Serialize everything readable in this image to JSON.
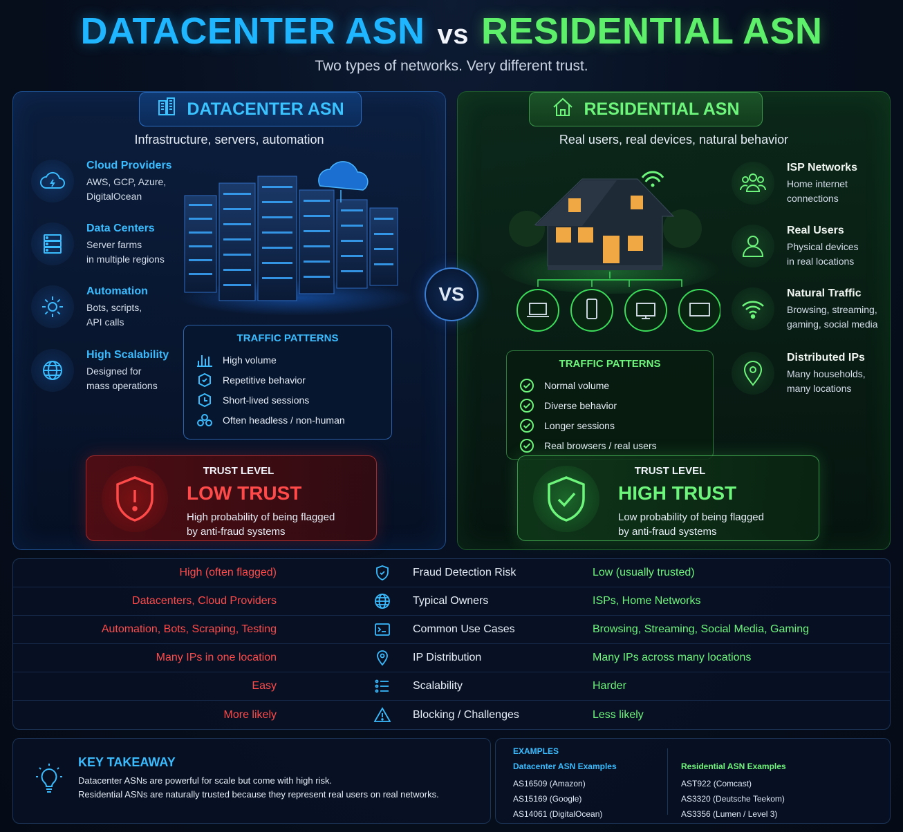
{
  "header": {
    "title_left": "DATACENTER ASN",
    "title_vs": "vs",
    "title_right": "RESIDENTIAL ASN",
    "subtitle": "Two types of networks. Very different trust."
  },
  "colors": {
    "datacenter": "#1fb6ff",
    "residential": "#5ef06a",
    "low_trust": "#ff4a4a",
    "background": "#071020"
  },
  "datacenter": {
    "title": "DATACENTER ASN",
    "subtitle": "Infrastructure, servers, automation",
    "features": [
      {
        "icon": "cloud-icon",
        "title": "Cloud Providers",
        "desc": "AWS, GCP, Azure,\nDigitalOcean"
      },
      {
        "icon": "server-icon",
        "title": "Data Centers",
        "desc": "Server farms\nin multiple regions"
      },
      {
        "icon": "gear-icon",
        "title": "Automation",
        "desc": "Bots, scripts,\nAPI calls"
      },
      {
        "icon": "globe-icon",
        "title": "High Scalability",
        "desc": "Designed for\nmass operations"
      }
    ],
    "traffic": {
      "title": "TRAFFIC PATTERNS",
      "items": [
        "High volume",
        "Repetitive behavior",
        "Short-lived sessions",
        "Often headless / non-human"
      ]
    },
    "trust": {
      "label": "TRUST LEVEL",
      "value": "LOW TRUST",
      "desc": "High probability of being flagged\nby anti-fraud systems"
    }
  },
  "vs_label": "VS",
  "residential": {
    "title": "RESIDENTIAL ASN",
    "subtitle": "Real users, real devices, natural behavior",
    "features": [
      {
        "icon": "users-icon",
        "title": "ISP Networks",
        "desc": "Home internet\nconnections"
      },
      {
        "icon": "user-icon",
        "title": "Real Users",
        "desc": "Physical devices\nin real locations"
      },
      {
        "icon": "wifi-icon",
        "title": "Natural Traffic",
        "desc": "Browsing, streaming,\ngaming, social media"
      },
      {
        "icon": "location-pin-icon",
        "title": "Distributed IPs",
        "desc": "Many households,\nmany locations"
      }
    ],
    "traffic": {
      "title": "TRAFFIC PATTERNS",
      "items": [
        "Normal volume",
        "Diverse behavior",
        "Longer sessions",
        "Real browsers / real users"
      ]
    },
    "trust": {
      "label": "TRUST LEVEL",
      "value": "HIGH TRUST",
      "desc": "Low probability of being flagged\nby anti-fraud systems"
    }
  },
  "comparison": [
    {
      "left": "High (often flagged)",
      "icon": "shield-icon",
      "metric": "Fraud Detection Risk",
      "right": "Low (usually trusted)"
    },
    {
      "left": "Datacenters, Cloud Providers",
      "icon": "globe-icon",
      "metric": "Typical Owners",
      "right": "ISPs, Home Networks"
    },
    {
      "left": "Automation, Bots, Scraping, Testing",
      "icon": "terminal-icon",
      "metric": "Common Use Cases",
      "right": "Browsing, Streaming, Social Media, Gaming"
    },
    {
      "left": "Many IPs in one location",
      "icon": "location-pin-icon",
      "metric": "IP Distribution",
      "right": "Many IPs across many locations"
    },
    {
      "left": "Easy",
      "icon": "list-icon",
      "metric": "Scalability",
      "right": "Harder"
    },
    {
      "left": "More likely",
      "icon": "warning-icon",
      "metric": "Blocking / Challenges",
      "right": "Less likely"
    }
  ],
  "takeaway": {
    "title": "KEY TAKEAWAY",
    "line1": "Datacenter ASNs are powerful for scale but come with high risk.",
    "line2": "Residential ASNs are naturally trusted because they represent real users on real networks."
  },
  "examples": {
    "title": "EXAMPLES",
    "datacenter_title": "Datacenter ASN Examples",
    "datacenter": [
      "AS16509 (Amazon)",
      "AS15169 (Google)",
      "AS14061 (DigitalOcean)"
    ],
    "residential_title": "Residential ASN Examples",
    "residential": [
      "AST922 (Comcast)",
      "AS3320 (Deutsche Teekom)",
      "AS3356 (Lumen / Level 3)"
    ]
  }
}
